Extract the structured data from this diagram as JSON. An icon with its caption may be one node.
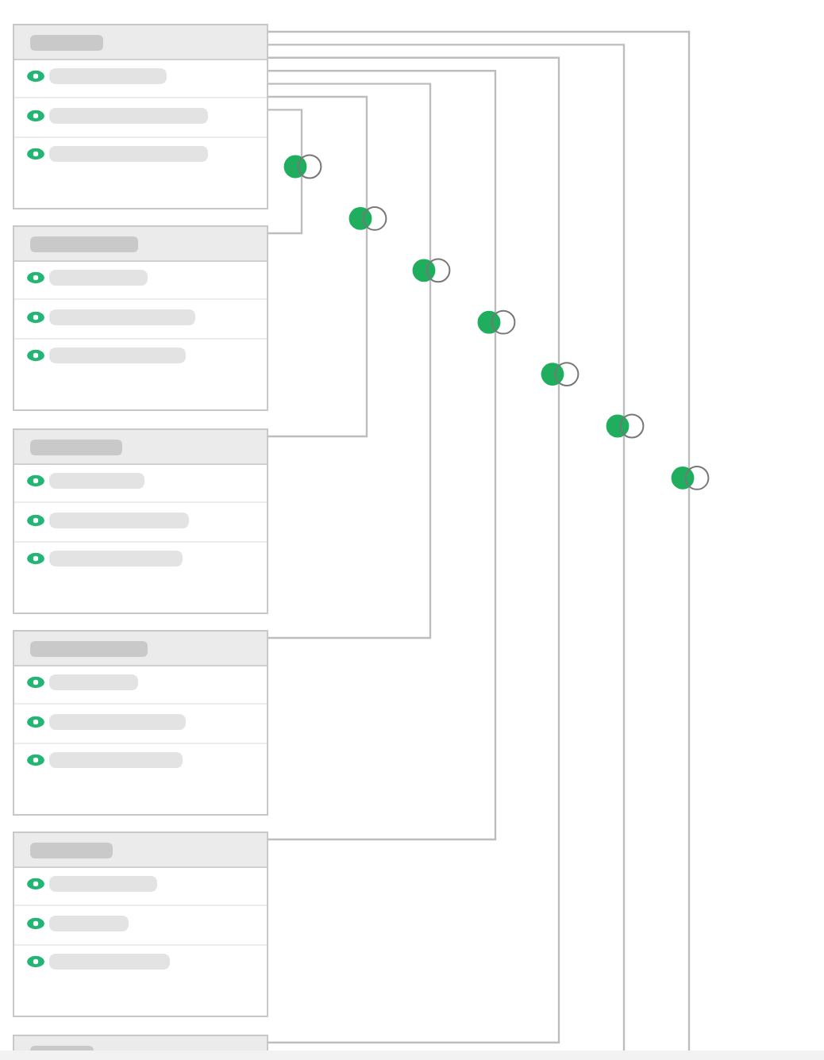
{
  "diagram": {
    "nodes": [
      {
        "text": [],
        "shape": "box"
      },
      {
        "text": [],
        "shape": "box"
      },
      {
        "text": [],
        "shape": "box"
      },
      {
        "text": [],
        "shape": "box"
      },
      {
        "text": [],
        "shape": "box"
      },
      {
        "text": [],
        "shape": "box"
      }
    ],
    "edges": [
      {
        "from": 0,
        "to": 1,
        "arrow": "none"
      },
      {
        "from": 0,
        "to": 2,
        "arrow": "none"
      },
      {
        "from": 0,
        "to": 3,
        "arrow": "none"
      },
      {
        "from": 0,
        "to": 4,
        "arrow": "none"
      },
      {
        "from": 0,
        "to": 5,
        "arrow": "none"
      },
      {
        "from": 0,
        "to": null,
        "arrow": "none"
      },
      {
        "from": 0,
        "to": null,
        "arrow": "none"
      }
    ]
  }
}
